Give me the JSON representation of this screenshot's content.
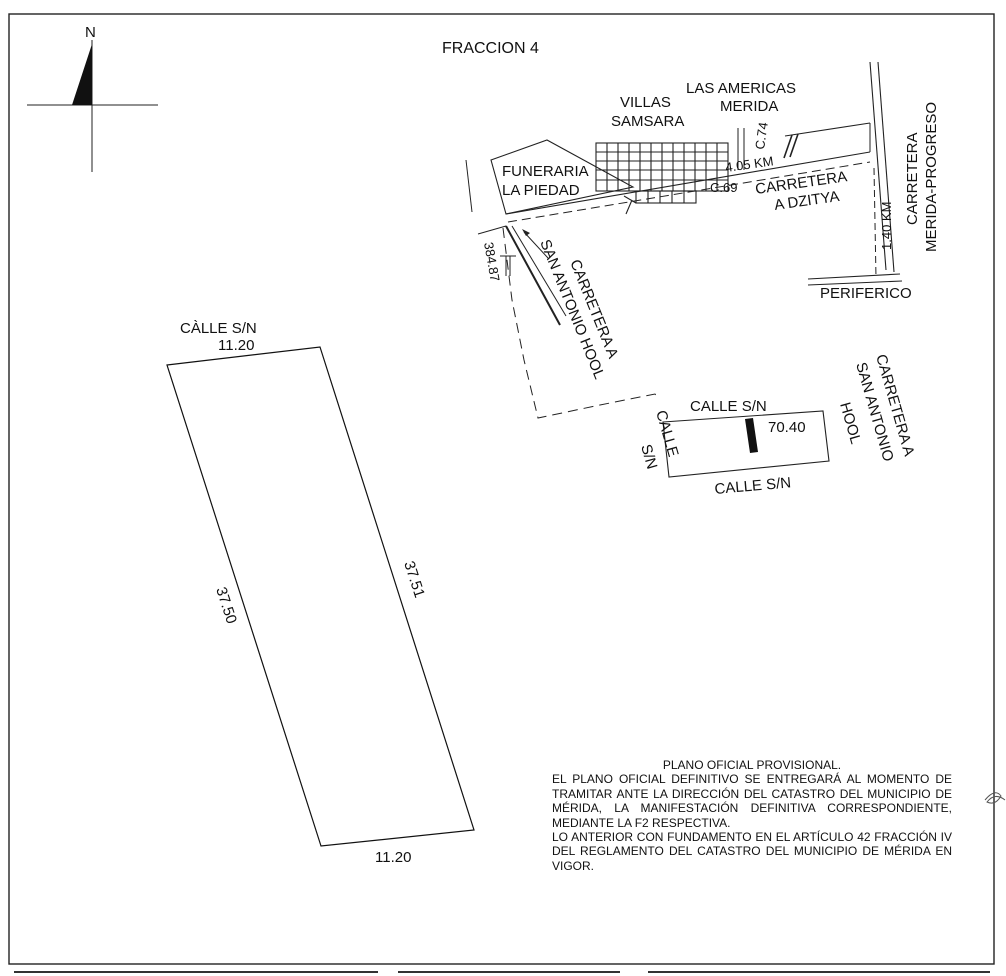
{
  "title": "FRACCION 4",
  "north_label": "N",
  "parcel": {
    "street_label": "CÀLLE S/N",
    "top_side": "11.20",
    "bottom_side": "11.20",
    "left_side": "37.50",
    "right_side": "37.51"
  },
  "location_map": {
    "villas_samsara": [
      "VILLAS",
      "SAMSARA"
    ],
    "las_americas": [
      "LAS AMERICAS",
      "MERIDA"
    ],
    "funeraria": [
      "FUNERARIA",
      "LA PIEDAD"
    ],
    "c74": "C.74",
    "c69": "C.69",
    "km405": "4.05 KM",
    "carretera_dzitya": [
      "CARRETERA",
      "A DZITYA"
    ],
    "merida_progreso": [
      "CARRETERA",
      "MERIDA-PROGRESO"
    ],
    "km140": "1.40 KM",
    "periferico": "PERIFERICO",
    "d38487": "384.87",
    "san_antonio_hool_diag": [
      "CARRETERA A",
      "SAN ANTONIO HOOL"
    ]
  },
  "inset": {
    "calle_top": "CALLE S/N",
    "calle_bottom": "CALLE S/N",
    "calle_left": [
      "CALLE",
      "S/N"
    ],
    "measure": "70.40",
    "carretera": [
      "CARRETERA A",
      "SAN ANTONIO",
      "HOOL"
    ]
  },
  "note": {
    "heading": "PLANO OFICIAL PROVISIONAL.",
    "p1": "EL PLANO OFICIAL DEFINITIVO SE ENTREGARÁ AL MOMENTO DE TRAMITAR ANTE LA DIRECCIÓN DEL CATASTRO DEL MUNICIPIO DE MÉRIDA, LA MANIFESTACIÓN DEFINITIVA CORRESPONDIENTE, MEDIANTE LA F2 RESPECTIVA.",
    "p2": "LO ANTERIOR CON FUNDAMENTO EN EL ARTÍCULO 42 FRACCIÓN IV DEL REGLAMENTO DEL CATASTRO DEL MUNICIPIO DE MÉRIDA EN VIGOR."
  }
}
